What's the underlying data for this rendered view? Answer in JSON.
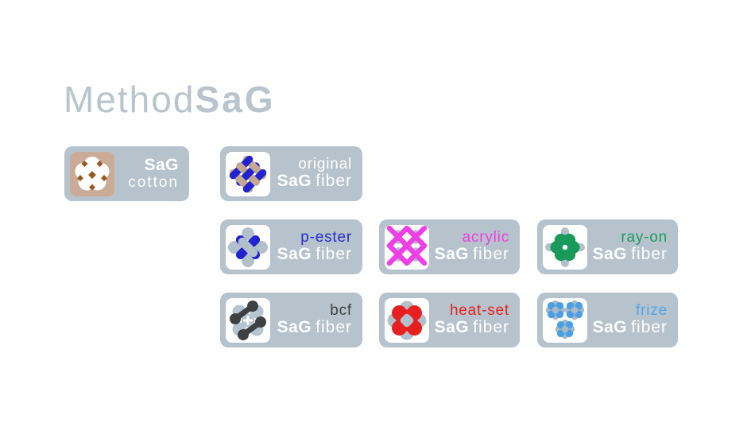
{
  "title": {
    "regular": "Method",
    "bold": "SaG"
  },
  "brand_wordmark": "SaG",
  "fiber_suffix": "fiber",
  "cotton_badge": {
    "label": "cotton",
    "icon": "cotton-flower-icon"
  },
  "fiber_badges": [
    {
      "name": "original",
      "name_color": "#ffffff",
      "icon": "weave-icon"
    },
    {
      "name": "p-ester",
      "name_color": "#2a2ad0",
      "icon": "interlock-knot-icon"
    },
    {
      "name": "acrylic",
      "name_color": "#ee3fe4",
      "icon": "lattice-icon"
    },
    {
      "name": "ray-on",
      "name_color": "#1f9c60",
      "icon": "flower-cross-icon"
    },
    {
      "name": "bcf",
      "name_color": "#404144",
      "icon": "pinwheel-dumbbell-icon"
    },
    {
      "name": "heat-set",
      "name_color": "#e62320",
      "icon": "clover-icon"
    },
    {
      "name": "frize",
      "name_color": "#52a5e5",
      "icon": "dot-cluster-icon"
    }
  ],
  "colors": {
    "page_background": "#ffffff",
    "badge_background": "#b6c2cc",
    "title_gray_blue": "#b9c4ce",
    "cotton_icon_background": "#c9ab98",
    "cotton_seed_brown": "#96581e",
    "fiber_blue": "#2222cf",
    "fiber_tan": "#c6a992",
    "magenta": "#ee3fe4",
    "green": "#189a5b",
    "red": "#e81f1f",
    "light_blue": "#4aa0e4",
    "dark_gray": "#3f4042",
    "icon_gray": "#b2c0cb",
    "white": "#ffffff"
  }
}
